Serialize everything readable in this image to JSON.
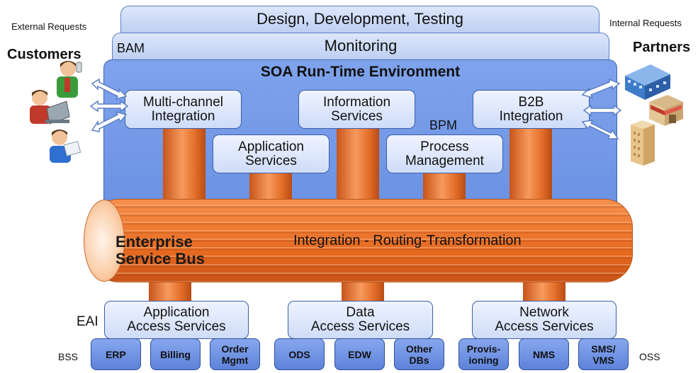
{
  "layers": {
    "top": "Design, Development, Testing",
    "monitoring": "Monitoring",
    "bam": "BAM",
    "runtime": "SOA Run-Time Environment",
    "bpm": "BPM"
  },
  "left_side": {
    "requests": "External Requests",
    "group": "Customers"
  },
  "right_side": {
    "requests": "Internal Requests",
    "group": "Partners"
  },
  "services": {
    "multichannel": "Multi-channel\nIntegration",
    "information": "Information\nServices",
    "b2b": "B2B\nIntegration",
    "application": "Application\nServices",
    "process": "Process\nManagement"
  },
  "bus": {
    "name": "Enterprise\nService Bus",
    "function": "Integration - Routing-Transformation"
  },
  "access": {
    "eai": "EAI",
    "application": "Application\nAccess Services",
    "data": "Data\nAccess Services",
    "network": "Network\nAccess Services"
  },
  "bottom": {
    "bss": "BSS",
    "oss": "OSS",
    "systems": [
      "ERP",
      "Billing",
      "Order\nMgmt",
      "ODS",
      "EDW",
      "Other\nDBs",
      "Provis-\nioning",
      "NMS",
      "SMS/\nVMS"
    ]
  },
  "colors": {
    "bus": "#ef7a32",
    "runtime": "#7fa3ec",
    "layer": "#c9d8f6"
  },
  "icons": {
    "customers": [
      "customer-phone-icon",
      "customer-laptop-icon",
      "customer-mail-icon"
    ],
    "partners": [
      "office-building-icon",
      "storefront-icon",
      "tower-building-icon"
    ]
  }
}
